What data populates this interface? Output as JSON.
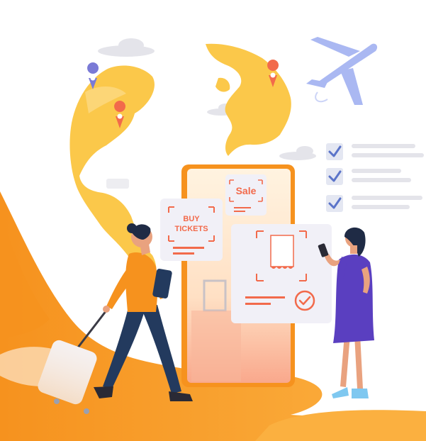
{
  "illustration": {
    "buy_ticket_line1": "BUY",
    "buy_ticket_line2": "TICKETS",
    "sale_label": "Sale",
    "checklist": [
      {
        "checked": true
      },
      {
        "checked": true
      },
      {
        "checked": true
      }
    ],
    "colors": {
      "orange": "#F6921E",
      "orange_light": "#FBB040",
      "globe_yellow": "#FBC84A",
      "card_bg": "#F1F0F7",
      "accent_red": "#F26A4B",
      "checkbox_blue": "#5B74C9",
      "plane_blue": "#AAB8F2",
      "dress_purple": "#5A3FC0",
      "jeans_navy": "#233A5E",
      "skin": "#E9A27F",
      "hair": "#1F2B45"
    }
  }
}
